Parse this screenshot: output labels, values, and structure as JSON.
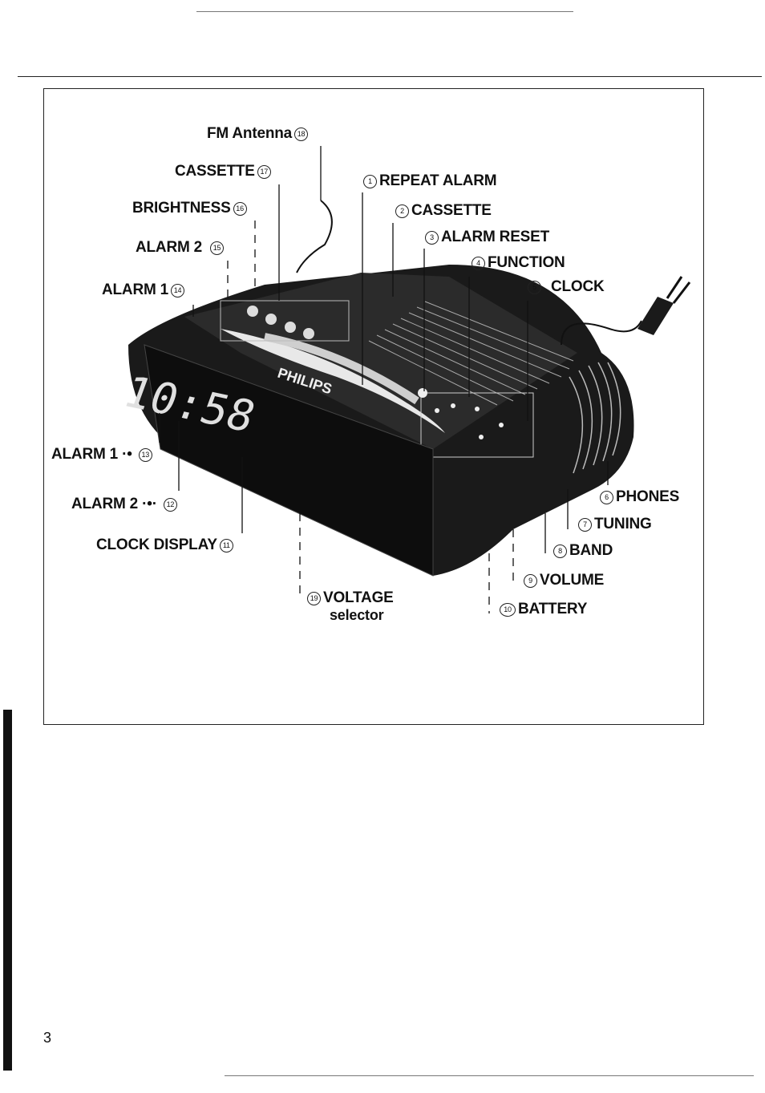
{
  "page_number": "3",
  "labels": {
    "fm_antenna": "FM Antenna",
    "cassette_left": "CASSETTE",
    "brightness": "BRIGHTNESS",
    "alarm2_top": "ALARM 2",
    "alarm1_top": "ALARM 1",
    "alarm1_ind": "ALARM 1",
    "alarm2_ind": "ALARM 2",
    "clock_display": "CLOCK DISPLAY",
    "repeat_alarm": "REPEAT ALARM",
    "cassette_right": "CASSETTE",
    "alarm_reset": "ALARM RESET",
    "function": "FUNCTION",
    "clock": "CLOCK",
    "phones": "PHONES",
    "tuning": "TUNING",
    "band": "BAND",
    "volume": "VOLUME",
    "battery": "BATTERY",
    "voltage": "VOLTAGE",
    "voltage_sub": "selector"
  },
  "numbers": {
    "n1": "1",
    "n2": "2",
    "n3": "3",
    "n4": "4",
    "n5": "5",
    "n6": "6",
    "n7": "7",
    "n8": "8",
    "n9": "9",
    "n10": "10",
    "n11": "11",
    "n12": "12",
    "n13": "13",
    "n14": "14",
    "n15": "15",
    "n16": "16",
    "n17": "17",
    "n18": "18",
    "n19": "19"
  },
  "device": {
    "brand": "PHILIPS",
    "display_time": "10:58"
  }
}
